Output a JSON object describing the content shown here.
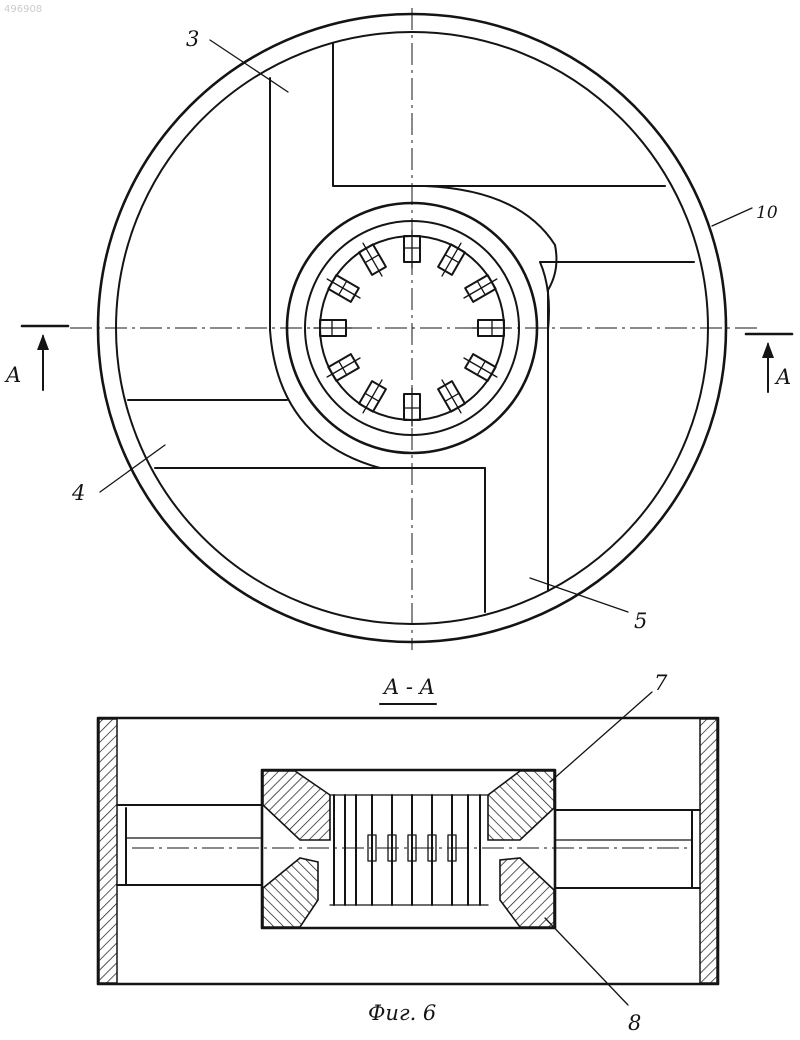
{
  "watermark": "496908",
  "top_view": {
    "callouts": [
      {
        "id": "c3",
        "text": "3"
      },
      {
        "id": "c10",
        "text": "10"
      },
      {
        "id": "c4",
        "text": "4"
      },
      {
        "id": "c5",
        "text": "5"
      }
    ],
    "section_mark_left": "A",
    "section_mark_right": "A"
  },
  "section_view": {
    "title": "A - A",
    "callouts": [
      {
        "id": "c7",
        "text": "7"
      },
      {
        "id": "c8",
        "text": "8"
      }
    ]
  },
  "figure_caption": "Фиг. 6"
}
